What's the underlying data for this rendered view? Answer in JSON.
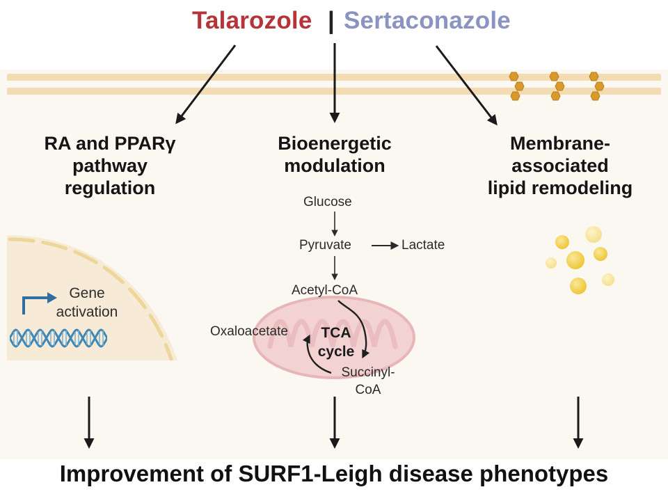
{
  "title": {
    "drug1": "Talarozole",
    "separator": "|",
    "drug2": "Sertaconazole"
  },
  "columns": [
    {
      "heading": [
        "RA and PPARγ",
        "pathway",
        "regulation"
      ]
    },
    {
      "heading": [
        "Bioenergetic",
        "modulation"
      ]
    },
    {
      "heading": [
        "Membrane-",
        "associated",
        "lipid remodeling"
      ]
    }
  ],
  "gene_panel": {
    "label": [
      "Gene",
      "activation"
    ]
  },
  "metabolism": {
    "glucose": "Glucose",
    "pyruvate": "Pyruvate",
    "lactate": "Lactate",
    "acetyl_coa": "Acetyl-CoA",
    "oxaloacetate": "Oxaloacetate",
    "tca": [
      "TCA",
      "cycle"
    ],
    "succinyl_coa": [
      "Succinyl-",
      "CoA"
    ]
  },
  "footer": "Improvement of SURF1-Leigh disease phenotypes",
  "colors": {
    "talarozole": "#b5343a",
    "sertaconazole": "#8b93c0",
    "membrane": "#f3dcb4",
    "background_panel": "#fbf8f1",
    "dna": "#3f88b5",
    "lipid_droplet": "#f0cb3c",
    "mitochondrion": "#eec6c6",
    "lipid_head": "#d99a2b"
  }
}
